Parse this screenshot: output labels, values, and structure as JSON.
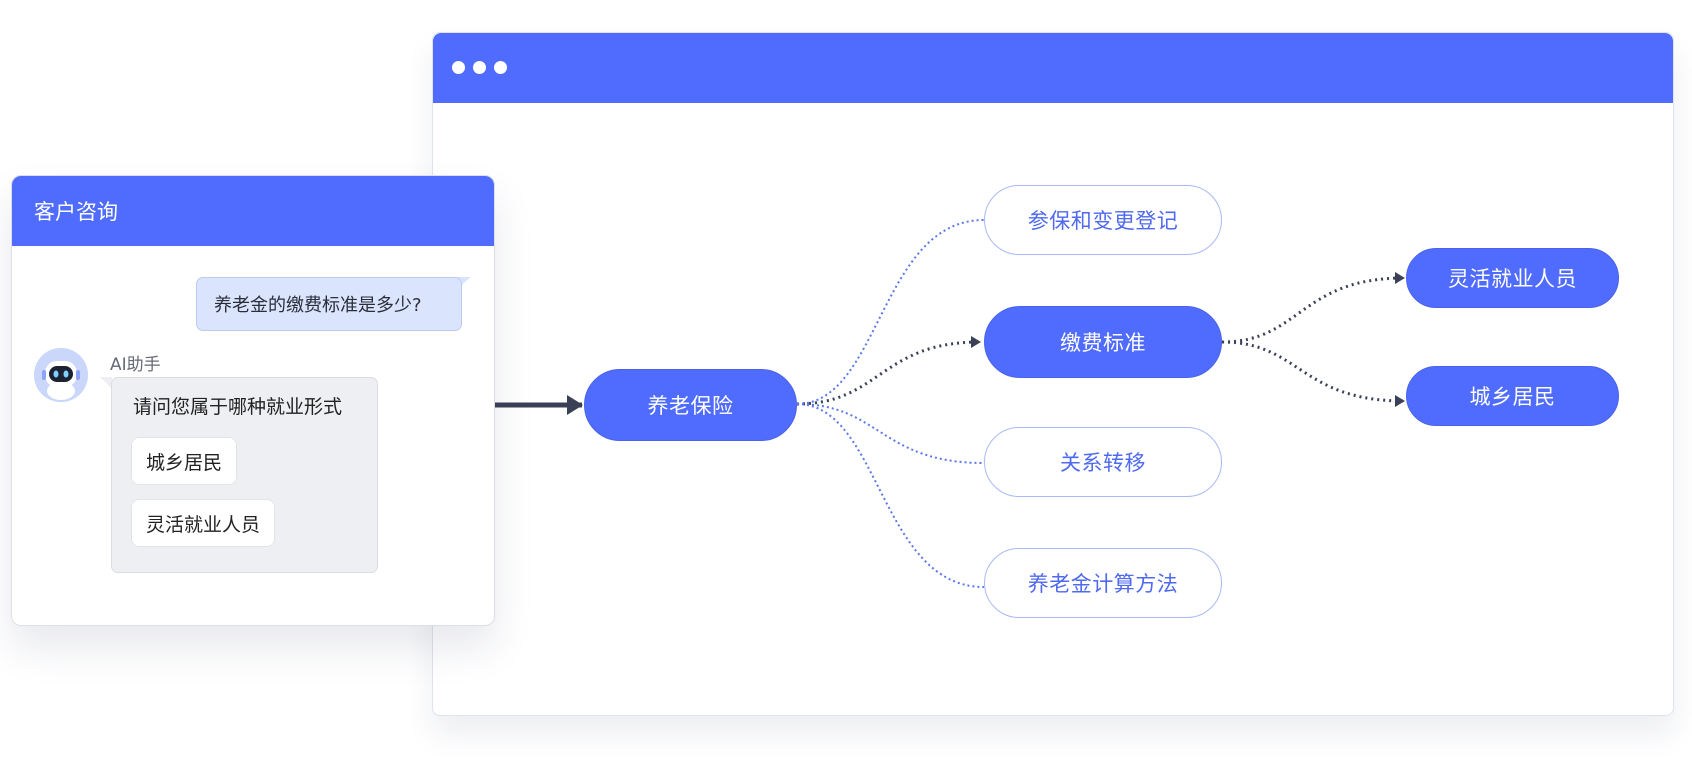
{
  "chat": {
    "title": "客户咨询",
    "user_question": "养老金的缴费标准是多少?",
    "assistant_name": "AI助手",
    "assistant_message": "请问您属于哪种就业形式",
    "options": [
      "城乡居民",
      "灵活就业人员"
    ]
  },
  "mindmap": {
    "root": "养老保险",
    "branches": [
      "参保和变更登记",
      "缴费标准",
      "关系转移",
      "养老金计算方法"
    ],
    "selected_branch": "缴费标准",
    "sub_branches": [
      "灵活就业人员",
      "城乡居民"
    ]
  },
  "colors": {
    "accent": "#506cff",
    "outline_text": "#4f6af0",
    "outline_border": "#a9baf5",
    "dark_connector": "#3a4157",
    "blue_connector": "#5b78e6"
  }
}
